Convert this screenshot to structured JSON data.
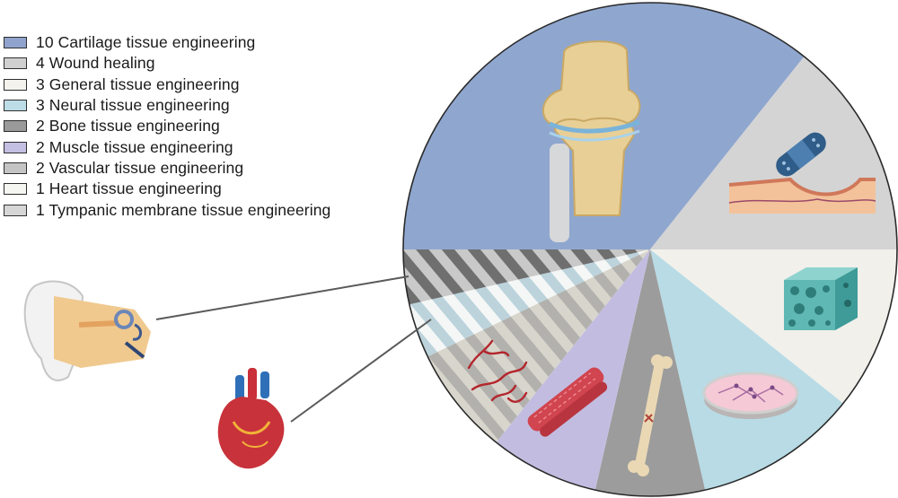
{
  "chart_data": {
    "type": "pie",
    "slices": [
      {
        "label": "Cartilage tissue engineering",
        "value": 10,
        "legend": "10 Cartilage tissue engineering",
        "color": "#8fa7cf",
        "pattern": "solid",
        "swatch": "#8fa3cc",
        "icon": "knee-joint-icon"
      },
      {
        "label": "Wound healing",
        "value": 4,
        "legend": "4 Wound healing",
        "color": "#d4d4d4",
        "pattern": "solid",
        "swatch": "#d0d0d0",
        "icon": "bandage-skin-icon"
      },
      {
        "label": "General tissue engineering",
        "value": 3,
        "legend": "3 General tissue engineering",
        "color": "#f1f0eb",
        "pattern": "solid",
        "swatch": "#f3f2ed",
        "icon": "porous-scaffold-icon"
      },
      {
        "label": "Neural tissue engineering",
        "value": 3,
        "legend": "3 Neural tissue engineering",
        "color": "#b8dbe5",
        "pattern": "solid",
        "swatch": "#bcdde6",
        "icon": "petri-dish-icon"
      },
      {
        "label": "Bone tissue engineering",
        "value": 2,
        "legend": "2 Bone tissue engineering",
        "color": "#9c9c9c",
        "pattern": "solid",
        "swatch": "#9a9a9a",
        "icon": "bone-icon"
      },
      {
        "label": "Muscle tissue engineering",
        "value": 2,
        "legend": "2 Muscle tissue engineering",
        "color": "#c2bde0",
        "pattern": "solid",
        "swatch": "#c3bfe1",
        "icon": "muscle-fiber-icon"
      },
      {
        "label": "Vascular tissue engineering",
        "value": 2,
        "legend": "2 Vascular tissue engineering",
        "color": "#d8d5cc",
        "pattern": "stripe",
        "stripe": "#b2b1ad",
        "swatch": "#c4c4c4",
        "icon": "blood-vessel-icon"
      },
      {
        "label": "Heart tissue engineering",
        "value": 1,
        "legend": "1 Heart tissue engineering",
        "color": "#f4f7f6",
        "pattern": "stripe",
        "stripe": "#bcd3dc",
        "swatch": "#f5f5f2",
        "icon": "heart-icon"
      },
      {
        "label": "Tympanic membrane tissue engineering",
        "value": 1,
        "legend": "1 Tympanic membrane tissue engineering",
        "color": "#c9c9c9",
        "pattern": "stripe",
        "stripe": "#6f6f6f",
        "swatch": "#d6d6d6",
        "icon": "ear-icon"
      }
    ],
    "total": 28,
    "start_angle_deg": 180,
    "direction": "clockwise",
    "legend_position": "top-left"
  }
}
